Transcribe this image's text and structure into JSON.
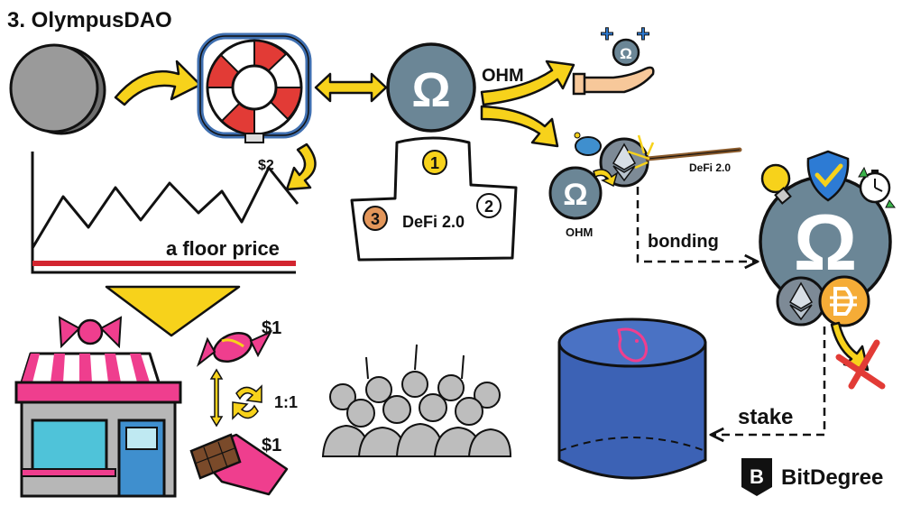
{
  "title": "3. OlympusDAO",
  "labels": {
    "price_peak": "$2",
    "floor_price": "a floor price",
    "ohm_token": "OHM",
    "podium": "DeFi 2.0",
    "podium_ranks": [
      "1",
      "2",
      "3"
    ],
    "wand": "DeFi 2.0",
    "ohm_coin_label": "OHM",
    "bonding": "bonding",
    "candy_price_1": "$1",
    "exchange_ratio": "1:1",
    "candy_price_2": "$1",
    "stake": "stake",
    "brand": "BitDegree",
    "omega": "Ω",
    "plus": "+"
  },
  "colors": {
    "arrow_yellow": "#f7d21b",
    "outline": "#111111",
    "coin_grey": "#9a9a9a",
    "lifebuoy_red": "#e23b36",
    "lifebuoy_blue": "#3f6fb0",
    "omega_bg": "#6b8696",
    "floor_line": "#d32530",
    "shop_pink": "#ef3e8e",
    "shop_grey": "#b7b7b7",
    "silo_blue": "#3c62b5",
    "shield_blue": "#2d7bd4",
    "crowd_grey": "#bdbdbd",
    "dai_orange": "#f5ac37",
    "eth_grey": "#7d8a96"
  },
  "icons": [
    "grey-coin-icon",
    "lifebuoy-icon",
    "ohm-icon",
    "podium-icon",
    "hand-icon",
    "piggy-bank-icon",
    "ethereum-icon",
    "wand-icon",
    "lightbulb-icon",
    "shield-check-icon",
    "stopwatch-icon",
    "dai-icon",
    "red-x-icon",
    "candy-shop-icon",
    "candy-icon",
    "chocolate-bar-icon",
    "swap-icon",
    "crowd-icon",
    "uniswap-icon",
    "bitdegree-logo-icon"
  ]
}
